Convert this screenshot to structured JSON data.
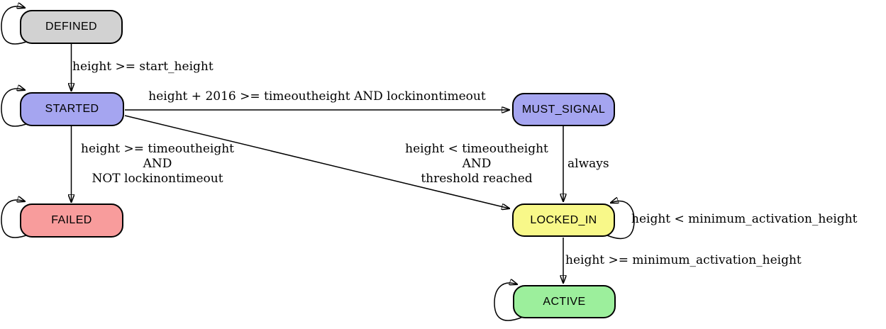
{
  "diagram": {
    "type": "state-machine",
    "background": "#ffffff",
    "edge_color": "#000000",
    "node_border_color": "#000000"
  },
  "nodes": {
    "defined": {
      "label": "DEFINED",
      "fill": "#d2d2d2"
    },
    "started": {
      "label": "STARTED",
      "fill": "#a5a5f0"
    },
    "must_signal": {
      "label": "MUST_SIGNAL",
      "fill": "#a5a5f0"
    },
    "failed": {
      "label": "FAILED",
      "fill": "#f89c9c"
    },
    "locked_in": {
      "label": "LOCKED_IN",
      "fill": "#f8f889"
    },
    "active": {
      "label": "ACTIVE",
      "fill": "#9cef9c"
    }
  },
  "edges": {
    "defined_to_started": {
      "label": "height >= start_height"
    },
    "started_to_must_signal": {
      "label": "height + 2016 >= timeoutheight AND lockinontimeout"
    },
    "started_to_failed": {
      "lines": [
        "height >= timeoutheight",
        "AND",
        "NOT lockinontimeout"
      ]
    },
    "started_to_locked_in": {
      "lines": [
        "height < timeoutheight",
        "AND",
        "threshold reached"
      ]
    },
    "must_signal_to_locked_in": {
      "label": "always"
    },
    "locked_in_self_loop": {
      "label": "height < minimum_activation_height"
    },
    "locked_in_to_active": {
      "label": "height >= minimum_activation_height"
    },
    "self_loops": [
      "defined",
      "started",
      "failed",
      "locked_in",
      "active"
    ]
  }
}
